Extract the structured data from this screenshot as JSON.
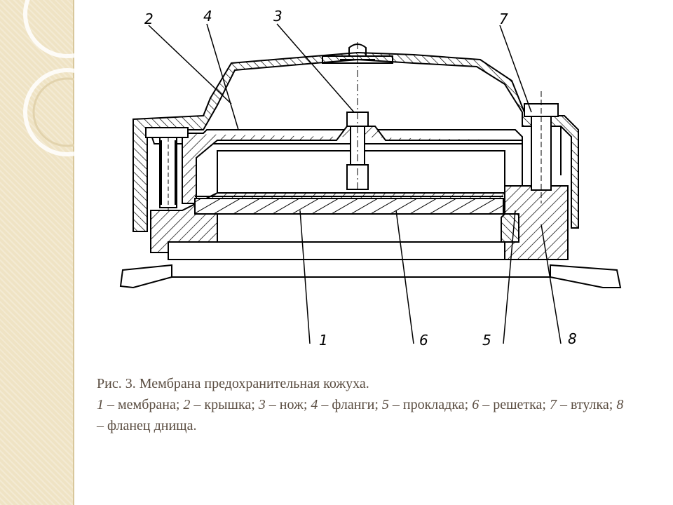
{
  "figure": {
    "labels": {
      "l1": "1",
      "l2": "2",
      "l3": "3",
      "l4": "4",
      "l5": "5",
      "l6": "6",
      "l7": "7",
      "l8": "8"
    }
  },
  "caption": {
    "title": "Рис. 3. Мембрана предохранительная кожуха.",
    "items": [
      {
        "num": "1",
        "text": " – мембрана; "
      },
      {
        "num": "2",
        "text": " – крышка; "
      },
      {
        "num": "3",
        "text": " – нож; "
      },
      {
        "num": "4",
        "text": " – фланги; "
      },
      {
        "num": "5",
        "text": " – прокладка; "
      },
      {
        "num": "6",
        "text": " – решетка; "
      },
      {
        "num": "7",
        "text": " – втулка; "
      },
      {
        "num": "8",
        "text": " – фланец днища."
      }
    ]
  },
  "colors": {
    "strip": "#efe3c4",
    "caption_text": "#5a4d41"
  }
}
